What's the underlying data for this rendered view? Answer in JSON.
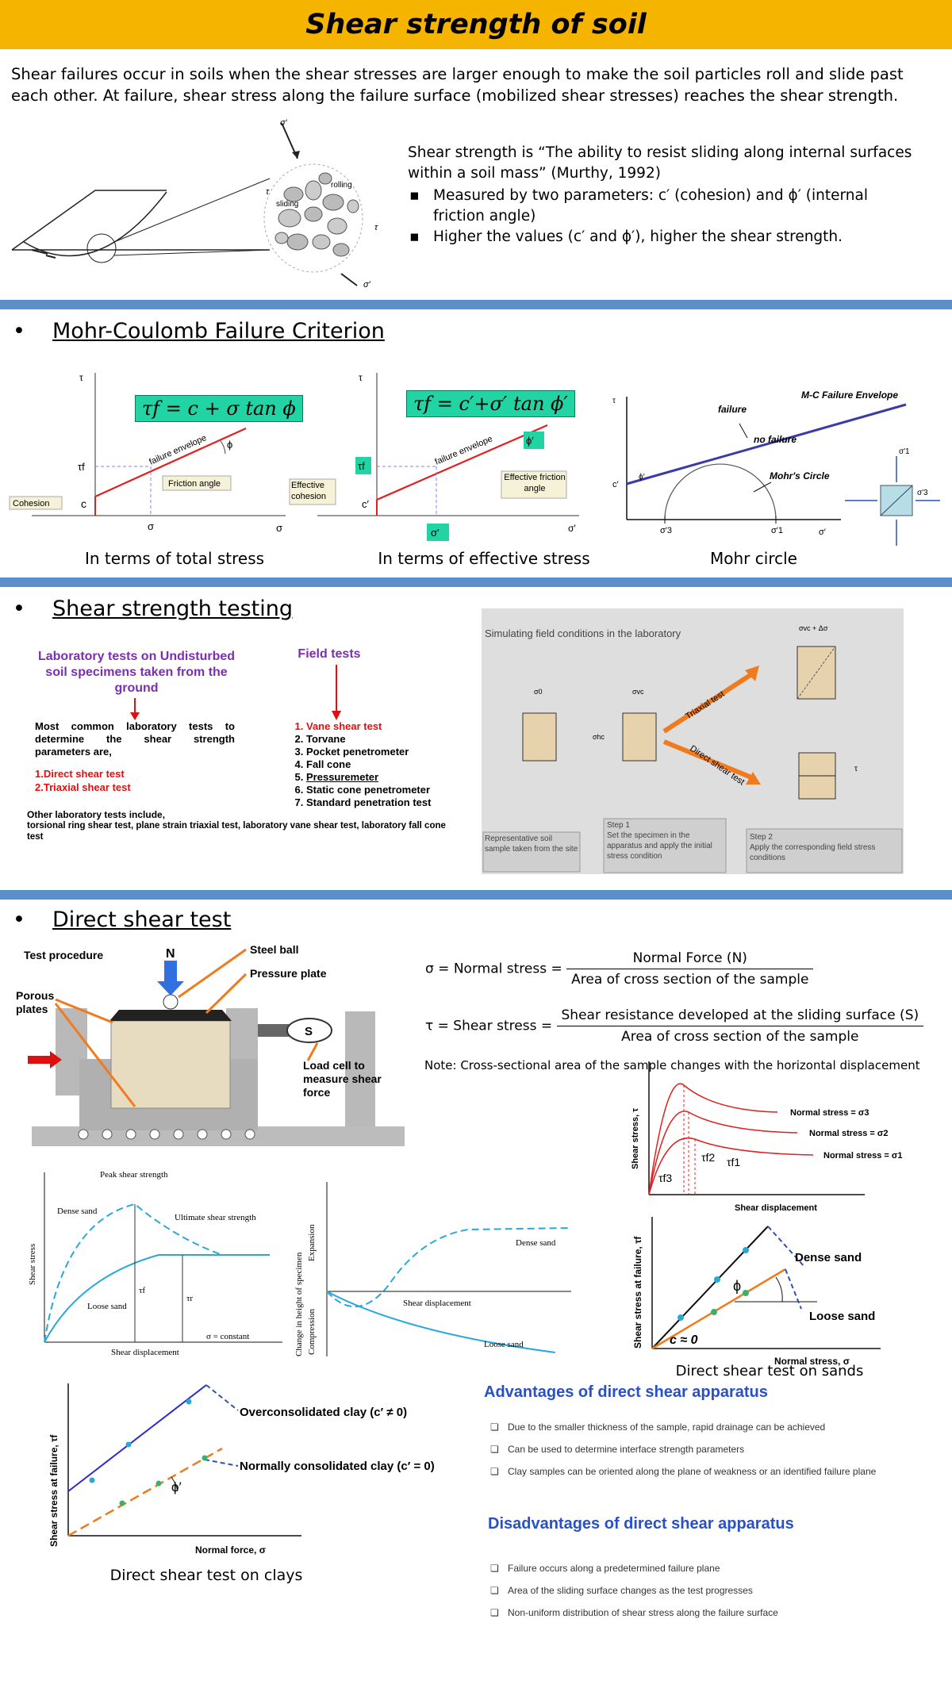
{
  "title": "Shear strength of soil",
  "intro": "Shear failures occur in soils when the shear stresses are larger enough to make the soil particles roll and slide past each other. At failure, shear stress along the failure surface (mobilized shear stresses) reaches the shear strength.",
  "definition": {
    "text": "Shear strength is “The ability to resist sliding along internal surfaces within a soil mass” (Murthy, 1992)",
    "bullets": [
      "Measured by two parameters: c′ (cohesion) and ϕ′ (internal friction angle)",
      "Higher the values (c′ and ϕ′), higher the shear strength."
    ]
  },
  "fig_slope": {
    "labels": [
      "sliding",
      "rolling"
    ],
    "sym": [
      "σ′",
      "τ"
    ]
  },
  "mohr": {
    "heading": "Mohr-Coulomb Failure Criterion",
    "total": {
      "eq": "τf = c + σ tan ϕ",
      "labels": {
        "cohesion": "Cohesion",
        "c": "c",
        "envelope": "failure envelope",
        "phi": "ϕ",
        "friction": "Friction angle",
        "tau": "τ",
        "tauf": "τf",
        "sigma": "σ",
        "sigma_axis": "σ"
      },
      "caption": "In terms of total stress"
    },
    "effective": {
      "eq": "τf = c′+σ′ tan ϕ′",
      "labels": {
        "cohesion": "Effective cohesion",
        "c": "c′",
        "envelope": "failure envelope",
        "phi": "ϕ′",
        "friction": "Effective friction angle",
        "tau": "τ",
        "tauf": "τf",
        "sigma": "σ′",
        "sigma_axis": "σ′"
      },
      "caption": "In terms of effective stress"
    },
    "circle": {
      "labels": {
        "envelope": "M-C Failure Envelope",
        "failure": "failure",
        "nofailure": "no failure",
        "mohr": "Mohr's Circle",
        "phi": "ϕ′",
        "c": "c′",
        "s3": "σ′3",
        "s1": "σ′1",
        "sigma": "σ′",
        "tau": "τ",
        "el_s1": "σ′1",
        "el_s3": "σ′3"
      },
      "caption": "Mohr circle"
    }
  },
  "testing": {
    "heading": "Shear strength testing",
    "lab_head": "Laboratory tests on Undisturbed soil specimens taken from the ground",
    "lab_text": "Most common laboratory tests to determine the shear strength parameters are,",
    "lab_items": [
      "1.Direct shear test",
      "2.Triaxial shear test"
    ],
    "field_head": "Field tests",
    "field_items": [
      "Vane shear test",
      "Torvane",
      "Pocket penetrometer",
      "Fall cone",
      "Pressuremeter",
      "Static cone penetrometer",
      "Standard penetration test"
    ],
    "other_head": "Other laboratory tests include,",
    "other_text": "torsional ring shear test, plane strain triaxial test, laboratory vane shear test, laboratory fall cone test",
    "panel": {
      "title": "Simulating field conditions in the laboratory",
      "triaxial": "Triaxial test",
      "direct": "Direct shear test",
      "step0": "Representative soil sample taken from the site",
      "step1_h": "Step 1",
      "step1": "Set the specimen in the apparatus and apply the initial stress condition",
      "step2_h": "Step 2",
      "step2": "Apply the corresponding field stress conditions",
      "sym": {
        "s0": "σ0",
        "svc": "σvc",
        "shc": "σhc",
        "svc_plus": "σvc + Δσ",
        "tau": "τ",
        "sv": "σvc"
      }
    }
  },
  "direct": {
    "heading": "Direct shear test",
    "apparatus": {
      "test_procedure": "Test procedure",
      "N": "N",
      "steel_ball": "Steel ball",
      "pressure_plate": "Pressure plate",
      "porous": "Porous plates",
      "load_cell": "Load cell to measure shear force",
      "S": "S"
    },
    "sigma_lhs": "σ = Normal stress =",
    "sigma_num": "Normal Force (N)",
    "sigma_den": "Area of cross section of the sample",
    "tau_lhs": "τ = Shear stress =",
    "tau_num": "Shear resistance developed at the sliding surface (S)",
    "tau_den": "Area of cross section of the sample",
    "note": "Note: Cross-sectional area of the sample changes with the horizontal displacement",
    "sand_stress": {
      "peak": "Peak shear strength",
      "ultimate": "Ultimate shear strength",
      "dense": "Dense sand",
      "loose": "Loose sand",
      "ylabel": "Shear stress",
      "xlabel": "Shear displacement",
      "const": "σ = constant",
      "tauf": "τf",
      "taur": "τr"
    },
    "sand_height": {
      "ylabel": "Change in height of specimen",
      "expansion": "Expansion",
      "compression": "Compression",
      "dense": "Dense sand",
      "loose": "Loose sand",
      "xlabel": "Shear displacement"
    },
    "curves": {
      "ylabel": "Shear stress, τ",
      "xlabel": "Shear displacement",
      "n3": "Normal stress = σ3",
      "n2": "Normal stress = σ2",
      "n1": "Normal stress = σ1",
      "t3": "τf3",
      "t2": "τf2",
      "t1": "τf1"
    },
    "sand_env": {
      "ylabel": "Shear stress at failure, τf",
      "xlabel": "Normal stress, σ",
      "dense": "Dense sand",
      "loose": "Loose sand",
      "phi": "ϕ",
      "c": "c ≈ 0"
    },
    "sand_caption": "Direct shear test on sands",
    "clay": {
      "ylabel": "Shear stress at failure, τf",
      "xlabel": "Normal force, σ",
      "oc": "Overconsolidated clay (c′ ≠ 0)",
      "nc": "Normally consolidated clay (c′ = 0)",
      "phi": "ϕ′"
    },
    "clay_caption": "Direct shear test on clays",
    "adv_head": "Advantages of direct shear apparatus",
    "adv": [
      "Due to the smaller thickness of the sample, rapid drainage can be achieved",
      "Can be used to determine interface strength parameters",
      "Clay samples can be oriented along the plane of weakness or an identified failure plane"
    ],
    "dis_head": "Disadvantages of direct shear apparatus",
    "dis": [
      "Failure occurs along a predetermined failure plane",
      "Area of the sliding surface changes as the test progresses",
      "Non-uniform distribution of shear stress along the failure surface"
    ]
  }
}
